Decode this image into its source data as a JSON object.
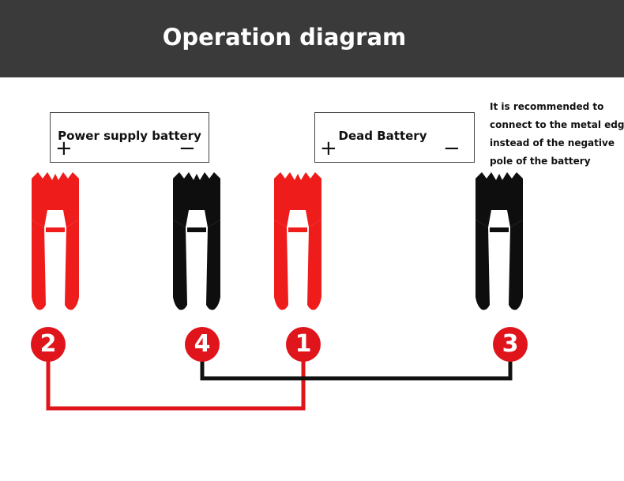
{
  "header": {
    "title": "Operation diagram"
  },
  "batteries": [
    {
      "label": "Power supply battery",
      "plus": "+",
      "minus": "−"
    },
    {
      "label": "Dead Battery",
      "plus": "+",
      "minus": "−"
    }
  ],
  "note": {
    "lines": [
      "It is recommended to",
      "connect to the metal edge",
      "instead of the negative",
      "pole of the battery"
    ]
  },
  "clamps": [
    {
      "color": "red",
      "number": "2"
    },
    {
      "color": "black",
      "number": "4"
    },
    {
      "color": "red",
      "number": "1"
    },
    {
      "color": "black",
      "number": "3"
    }
  ],
  "colors": {
    "header_bg": "#3a3a3a",
    "red": "#ef1c1c",
    "black": "#0e0e0e",
    "badge": "#e0151c"
  }
}
